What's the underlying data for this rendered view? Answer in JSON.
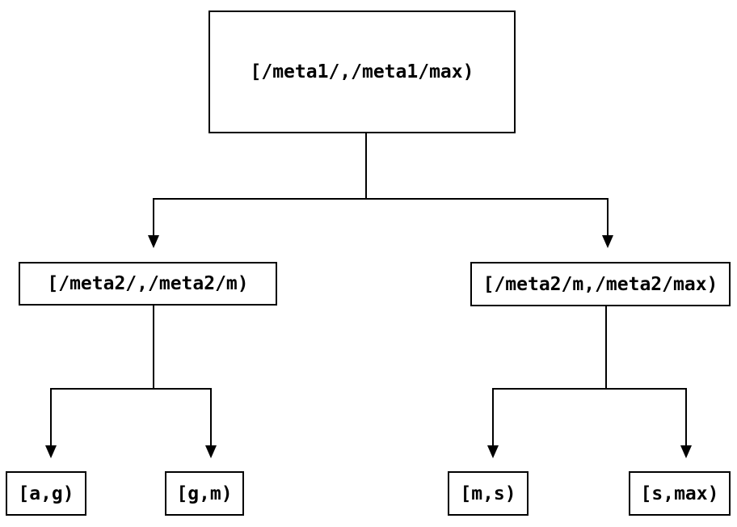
{
  "diagram": {
    "type": "binary-split-tree",
    "colors": {
      "background": "#ffffff",
      "line": "#000000",
      "box_border": "#000000",
      "box_fill": "#ffffff",
      "text": "#000000"
    },
    "nodes": {
      "root": {
        "label": "[/meta1/,/meta1/max)"
      },
      "left": {
        "label": "[/meta2/,/meta2/m)"
      },
      "right": {
        "label": "[/meta2/m,/meta2/max)"
      },
      "leaf_ag": {
        "label": "[a,g)"
      },
      "leaf_gm": {
        "label": "[g,m)"
      },
      "leaf_ms": {
        "label": "[m,s)"
      },
      "leaf_smax": {
        "label": "[s,max)"
      }
    },
    "edges": [
      {
        "from": "root",
        "to": "left"
      },
      {
        "from": "root",
        "to": "right"
      },
      {
        "from": "left",
        "to": "leaf_ag"
      },
      {
        "from": "left",
        "to": "leaf_gm"
      },
      {
        "from": "right",
        "to": "leaf_ms"
      },
      {
        "from": "right",
        "to": "leaf_smax"
      }
    ]
  }
}
